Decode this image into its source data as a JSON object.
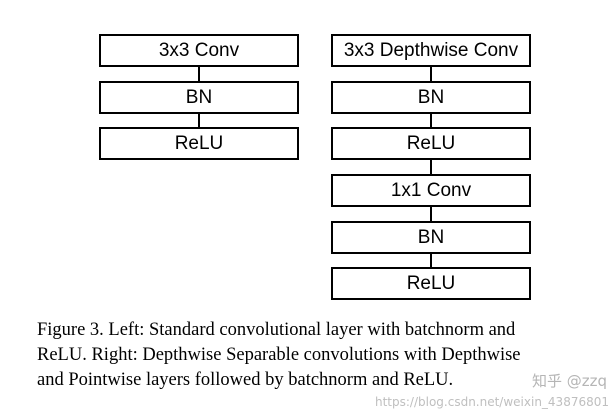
{
  "diagram": {
    "left_stack": [
      "3x3 Conv",
      "BN",
      "ReLU"
    ],
    "right_stack": [
      "3x3 Depthwise Conv",
      "BN",
      "ReLU",
      "1x1 Conv",
      "BN",
      "ReLU"
    ]
  },
  "caption": {
    "lines": [
      "Figure 3. Left: Standard convolutional layer with batchnorm and",
      "ReLU. Right: Depthwise Separable convolutions with Depthwise",
      "and Pointwise layers followed by batchnorm and ReLU."
    ]
  },
  "watermark": {
    "logo": "知乎 @zzq",
    "url": "https://blog.csdn.net/weixin_43876801"
  },
  "colors": {
    "box_border": "#000000",
    "watermark": "#aaaaaa"
  }
}
